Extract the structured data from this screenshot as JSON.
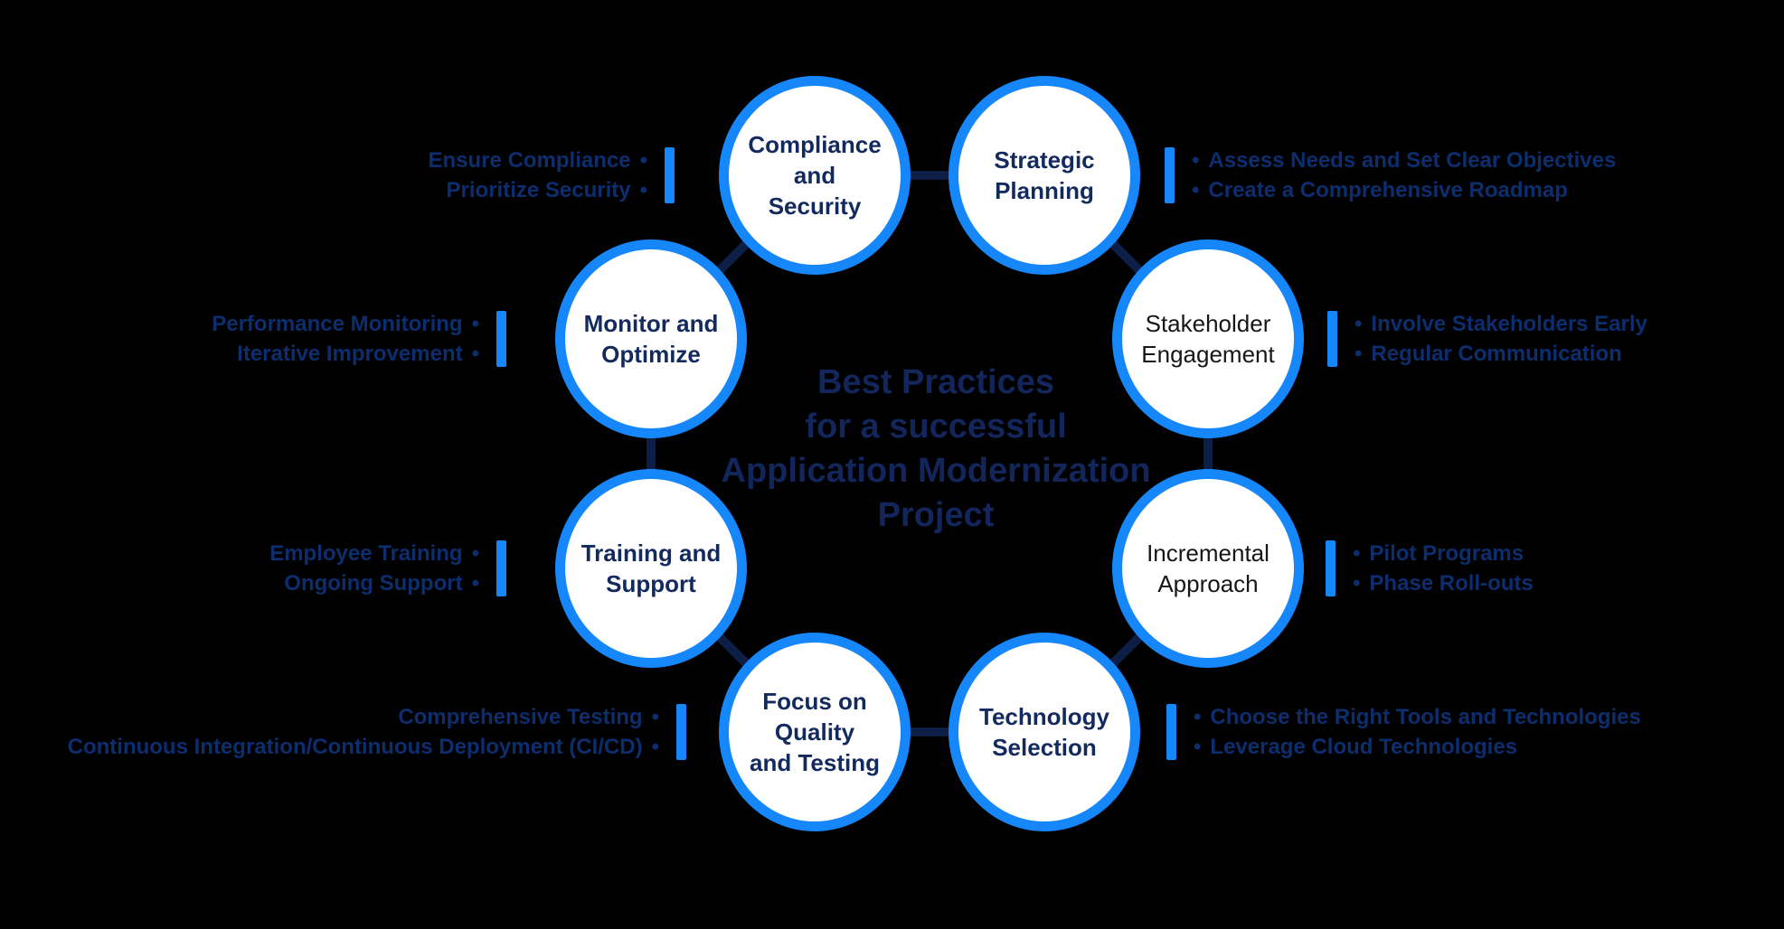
{
  "background": "#000000",
  "colors": {
    "accent_blue": "#1687FA",
    "connector_navy": "#0E1F47",
    "note_text_navy": "#0D2E6E",
    "title_navy": "#13265C",
    "node_label_navy": "#132A5E",
    "node_label_black": "#161616",
    "circle_fill": "#FFFFFF"
  },
  "bullet_char": "•",
  "title": {
    "text": "Best Practices\nfor a successful\nApplication Modernization\nProject"
  },
  "nodes": [
    {
      "label": "Compliance and\nSecurity"
    },
    {
      "label": "Strategic\nPlanning"
    },
    {
      "label": "Stakeholder\nEngagement"
    },
    {
      "label": "Incremental\nApproach"
    },
    {
      "label": "Technology\nSelection"
    },
    {
      "label": "Focus on Quality\nand Testing"
    },
    {
      "label": "Training and\nSupport"
    },
    {
      "label": "Monitor and\nOptimize"
    }
  ],
  "notes": {
    "compliance": {
      "items": [
        "Ensure Compliance",
        "Prioritize Security"
      ]
    },
    "strategic": {
      "items": [
        "Assess Needs and Set Clear Objectives",
        "Create a Comprehensive Roadmap"
      ]
    },
    "stakeholder": {
      "items": [
        "Involve Stakeholders Early",
        "Regular Communication"
      ]
    },
    "incremental": {
      "items": [
        "Pilot Programs",
        "Phase Roll-outs"
      ]
    },
    "technology": {
      "items": [
        "Choose the Right Tools and Technologies",
        "Leverage Cloud Technologies"
      ]
    },
    "quality": {
      "items": [
        "Comprehensive Testing",
        "Continuous Integration/Continuous Deployment (CI/CD)"
      ]
    },
    "training": {
      "items": [
        "Employee Training",
        "Ongoing Support"
      ]
    },
    "monitor": {
      "items": [
        "Performance Monitoring",
        "Iterative Improvement"
      ]
    }
  }
}
